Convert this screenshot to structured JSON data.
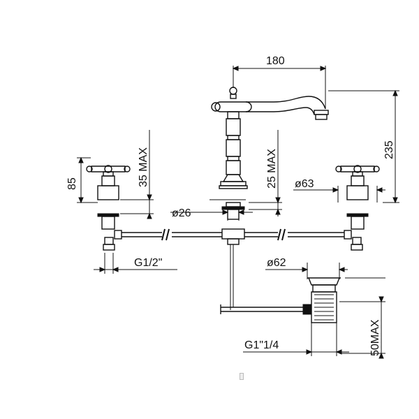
{
  "dimensions": {
    "spout_reach": "180",
    "total_height": "235",
    "handle_height": "85",
    "handle_base_max": "35 MAX",
    "spout_base_max": "25 MAX",
    "spout_shank_diameter": "ø26",
    "handle_flange_diameter": "ø63",
    "inlet_thread": "G1/2\"",
    "drain_flange_diameter": "ø62",
    "drain_thread": "G1\"1/4",
    "drain_max": "50MAX"
  },
  "colors": {
    "line": "#111111",
    "background": "#ffffff"
  }
}
